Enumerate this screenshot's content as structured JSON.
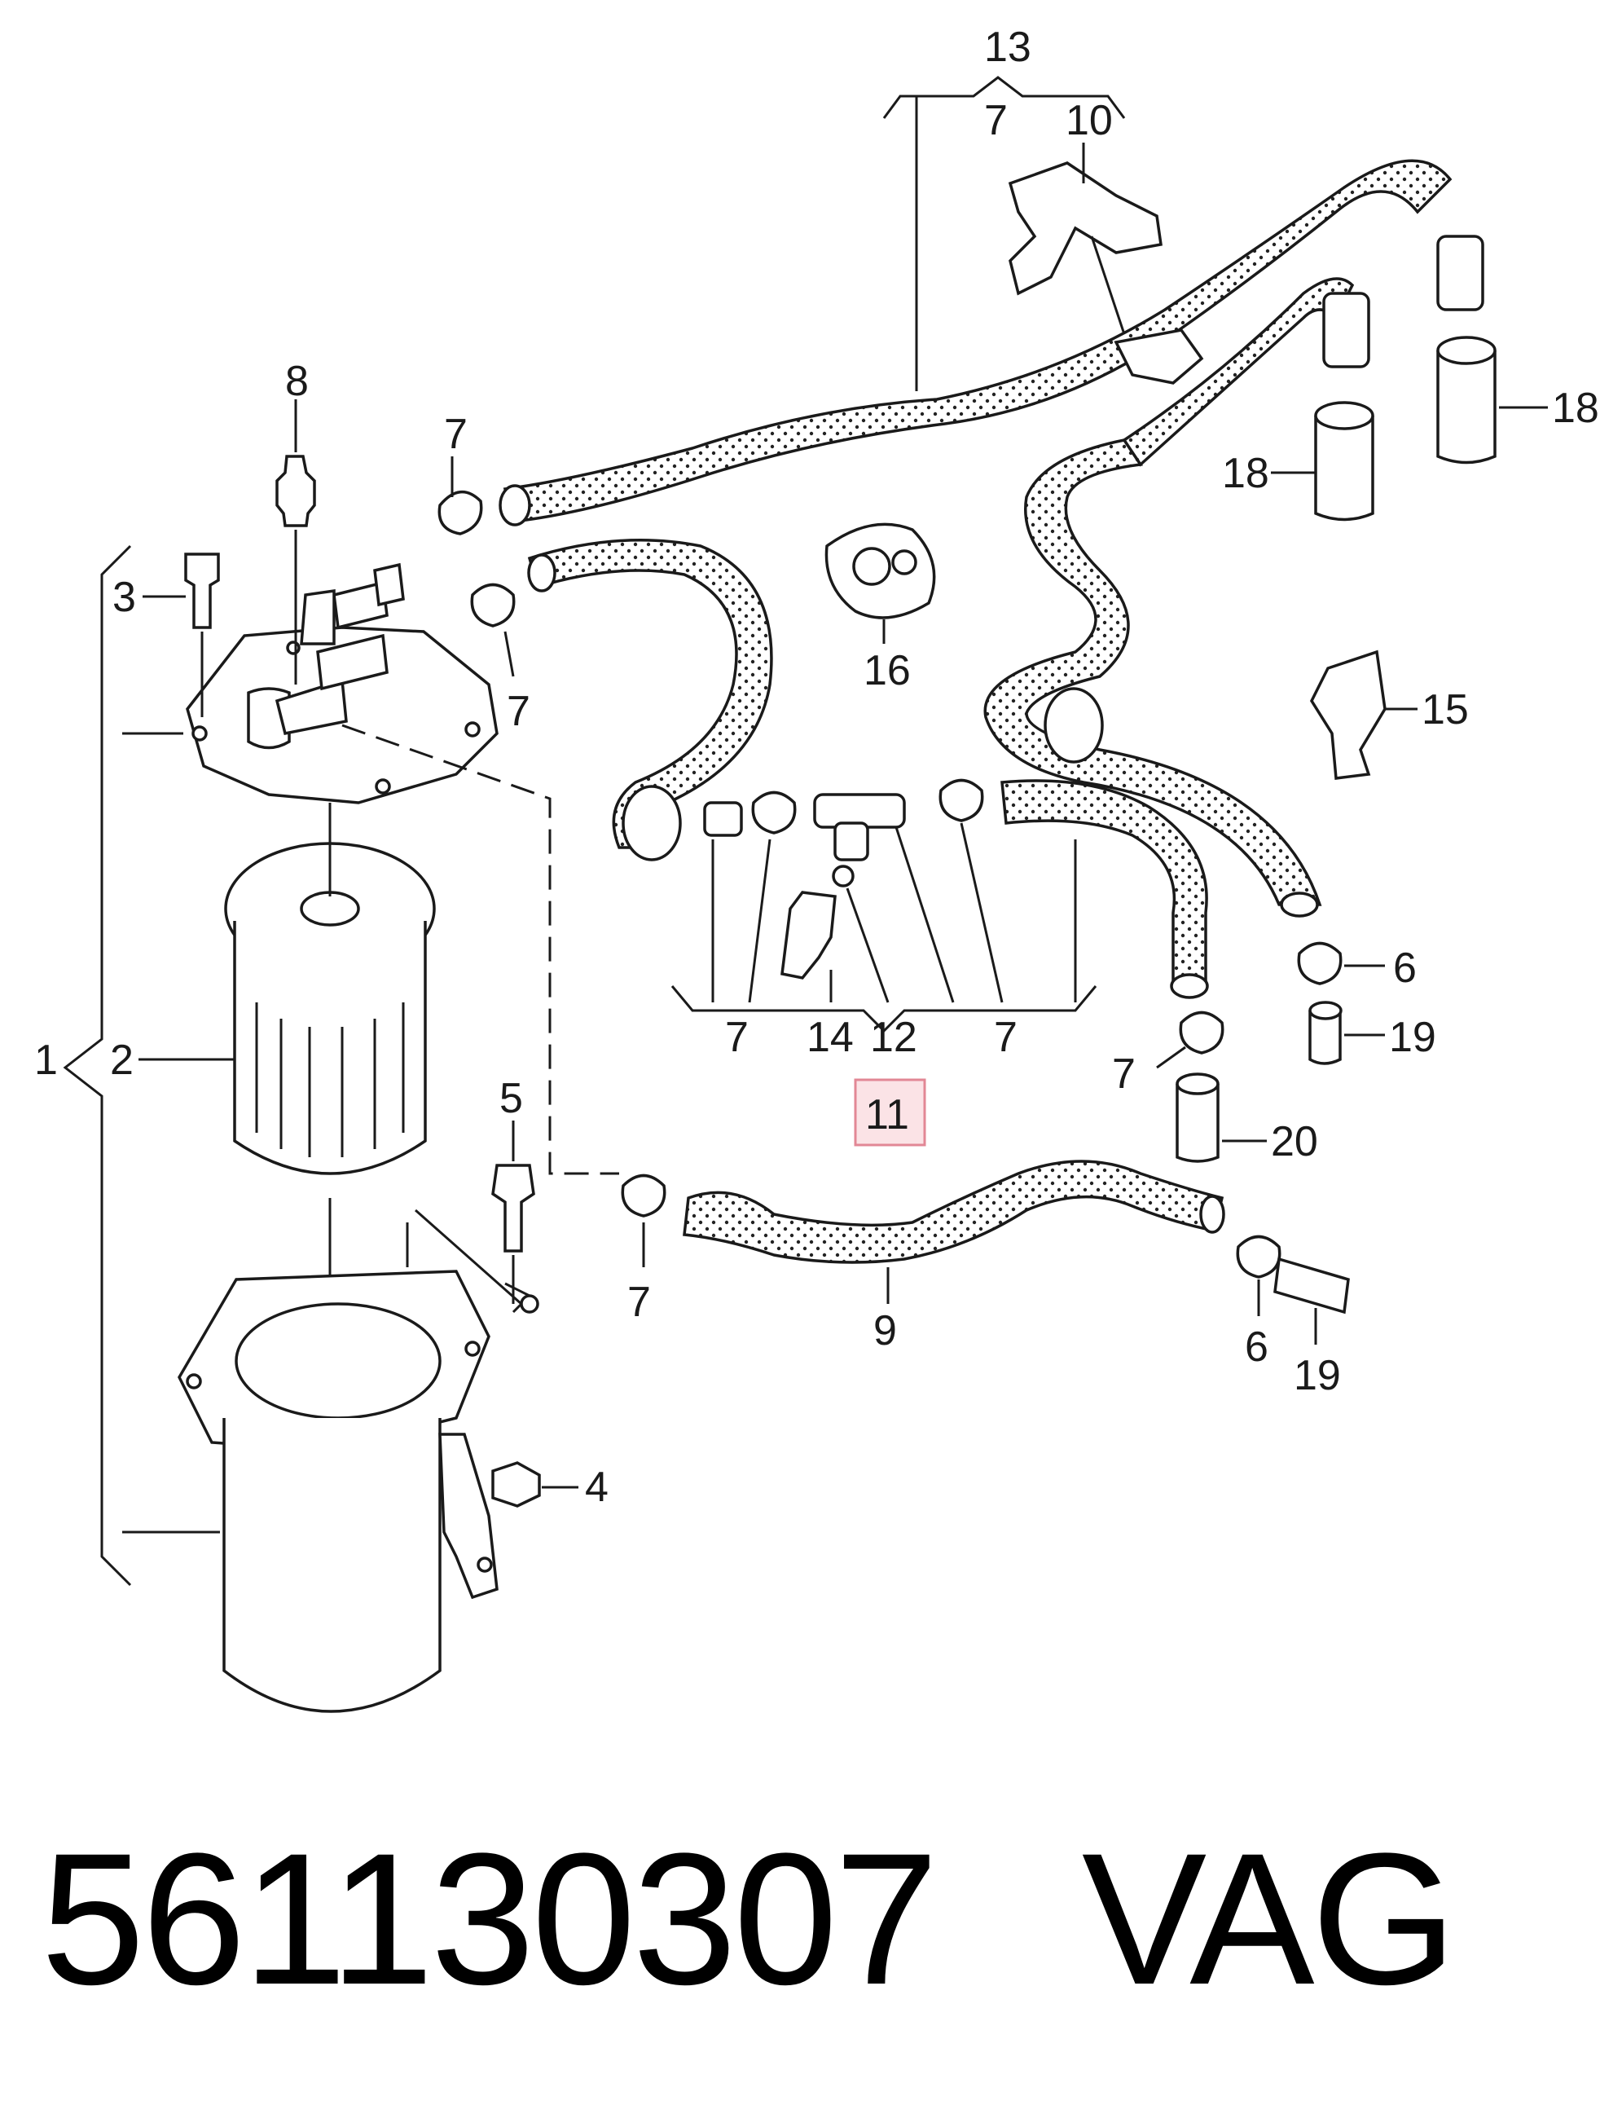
{
  "callouts": {
    "c1": "1",
    "c2": "2",
    "c3": "3",
    "c4": "4",
    "c5": "5",
    "c6a": "6",
    "c6b": "6",
    "c7_top": "7",
    "c7_hose_upper": "7",
    "c7_hose_lower": "7",
    "c7_g1": "7",
    "c7_g2": "7",
    "c7_right": "7",
    "c7_bottom": "7",
    "c8": "8",
    "c9": "9",
    "c10": "10",
    "c11": "11",
    "c12": "12",
    "c13": "13",
    "c14": "14",
    "c15": "15",
    "c16": "16",
    "c18a": "18",
    "c18b": "18",
    "c19a": "19",
    "c19b": "19",
    "c20": "20"
  },
  "highlighted_callout": "11",
  "highlight_color": "#fbe3e6",
  "footer": {
    "part_number": "561130307",
    "brand": "VAG"
  }
}
